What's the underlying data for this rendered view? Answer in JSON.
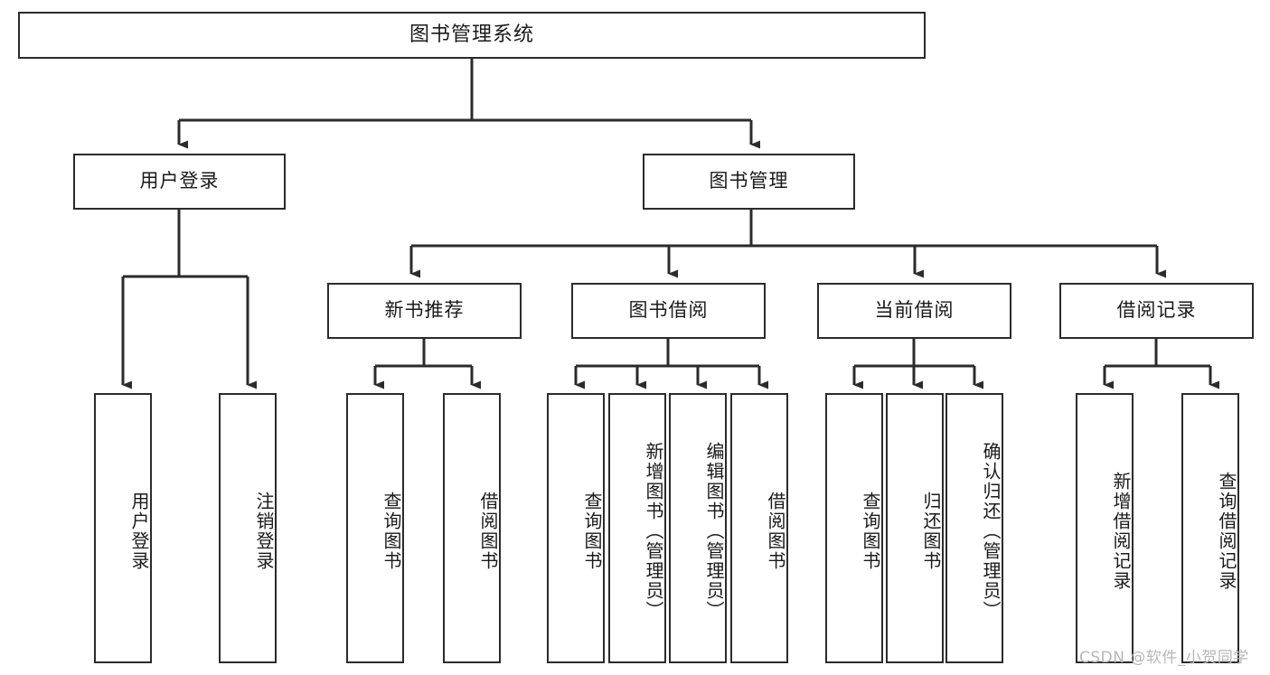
{
  "diagram": {
    "title": "图书管理系统",
    "type": "tree-hierarchy-chart",
    "root": {
      "label": "图书管理系统"
    },
    "level2": [
      {
        "id": "user-login",
        "label": "用户登录"
      },
      {
        "id": "book-manage",
        "label": "图书管理"
      }
    ],
    "level3": [
      {
        "id": "new-book-recommend",
        "label": "新书推荐"
      },
      {
        "id": "book-borrow",
        "label": "图书借阅"
      },
      {
        "id": "current-borrow",
        "label": "当前借阅"
      },
      {
        "id": "borrow-record",
        "label": "借阅记录"
      }
    ],
    "leaves": {
      "user_login": [
        {
          "id": "leaf-user-login",
          "label": "用户登录"
        },
        {
          "id": "leaf-logout-login",
          "label": "注销登录"
        }
      ],
      "new_book_recommend": [
        {
          "id": "leaf-query-book-1",
          "label": "查询图书"
        },
        {
          "id": "leaf-borrow-book-1",
          "label": "借阅图书"
        }
      ],
      "book_borrow": [
        {
          "id": "leaf-query-book-2",
          "label": "查询图书"
        },
        {
          "id": "leaf-add-book",
          "label": "新增图书（管理员）"
        },
        {
          "id": "leaf-edit-book",
          "label": "编辑图书（管理员）"
        },
        {
          "id": "leaf-borrow-book-2",
          "label": "借阅图书"
        }
      ],
      "current_borrow": [
        {
          "id": "leaf-query-book-3",
          "label": "查询图书"
        },
        {
          "id": "leaf-return-book",
          "label": "归还图书"
        },
        {
          "id": "leaf-confirm-return",
          "label": "确认归还（管理员）"
        }
      ],
      "borrow_record": [
        {
          "id": "leaf-add-record",
          "label": "新增借阅记录"
        },
        {
          "id": "leaf-query-record",
          "label": "查询借阅记录"
        }
      ]
    }
  },
  "watermark": {
    "text": "CSDN @软件_小贺同学"
  },
  "colors": {
    "stroke": "#2b2b2b",
    "fill": "#ffffff",
    "text": "#1a1a1a",
    "watermark": "#b7b7b7"
  }
}
